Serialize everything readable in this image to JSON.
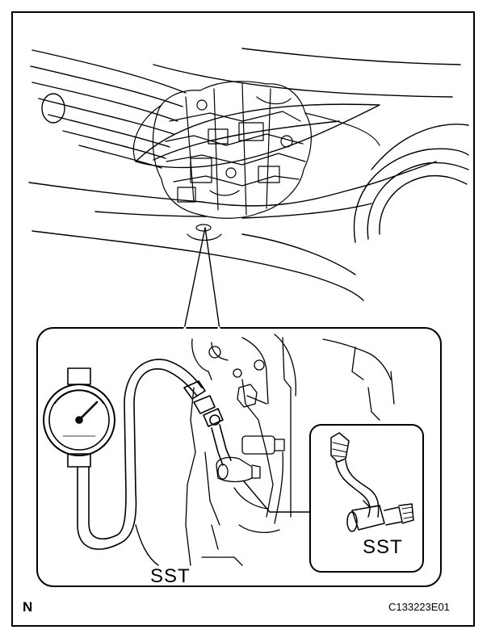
{
  "labels": {
    "sst_main": "SST",
    "sst_inset": "SST",
    "north": "N",
    "figure_code": "C133223E01"
  },
  "colors": {
    "line": "#000000",
    "background": "#ffffff"
  }
}
